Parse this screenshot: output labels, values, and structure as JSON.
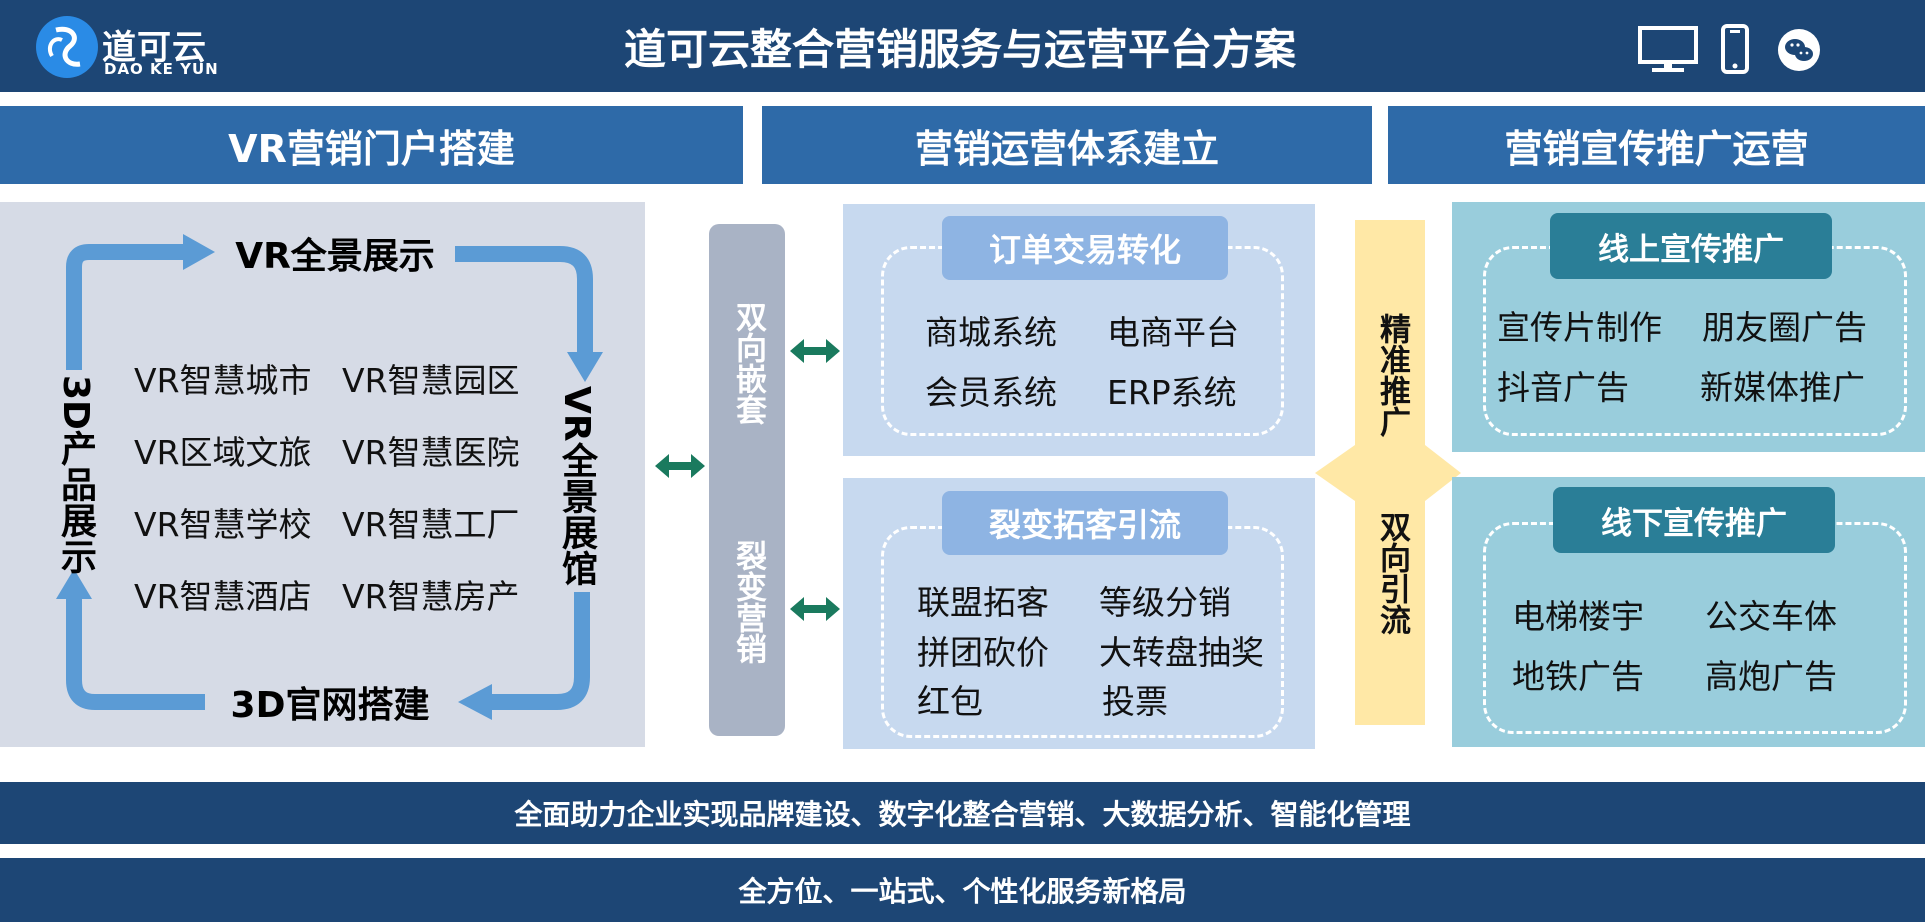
{
  "header": {
    "logo_cn": "道可云",
    "logo_en": "DAO KE YUN",
    "title": "道可云整合营销服务与运营平台方案",
    "icons": [
      "monitor-icon",
      "phone-icon",
      "wechat-icon"
    ]
  },
  "columns": {
    "left_title": "VR营销门户搭建",
    "middle_title": "营销运营体系建立",
    "right_title": "营销宣传推广运营"
  },
  "cycle": {
    "top": "VR全景展示",
    "right": "VR全景展馆",
    "bottom": "3D官网搭建",
    "left": "3D产品展示"
  },
  "vr_items": [
    "VR智慧城市",
    "VR智慧园区",
    "VR区域文旅",
    "VR智慧医院",
    "VR智慧学校",
    "VR智慧工厂",
    "VR智慧酒店",
    "VR智慧房产"
  ],
  "gray_bar": {
    "text_top": "双向嵌套",
    "text_bottom": "裂变营销"
  },
  "order_box": {
    "title": "订单交易转化",
    "items": [
      "商城系统",
      "电商平台",
      "会员系统",
      "ERP系统"
    ]
  },
  "fission_box": {
    "title": "裂变拓客引流",
    "items": [
      "联盟拓客",
      "等级分销",
      "拼团砍价",
      "大转盘抽奖",
      "红包",
      "投票"
    ]
  },
  "yellow_bar": {
    "text_top": "精准推广",
    "text_bottom": "双向引流"
  },
  "online_box": {
    "title": "线上宣传推广",
    "items": [
      "宣传片制作",
      "朋友圈广告",
      "抖音广告",
      "新媒体推广"
    ]
  },
  "offline_box": {
    "title": "线下宣传推广",
    "items": [
      "电梯楼宇",
      "公交车体",
      "地铁广告",
      "高炮广告"
    ]
  },
  "footer": {
    "line1": "全面助力企业实现品牌建设、数字化整合营销、大数据分析、智能化管理",
    "line2": "全方位、一站式、个性化服务新格局"
  },
  "colors": {
    "header_bg": "#1d4675",
    "column_header_bg": "#2e6aa8",
    "cycle_arrow": "#5b9bd5",
    "link_arrow": "#1a7a5e"
  }
}
